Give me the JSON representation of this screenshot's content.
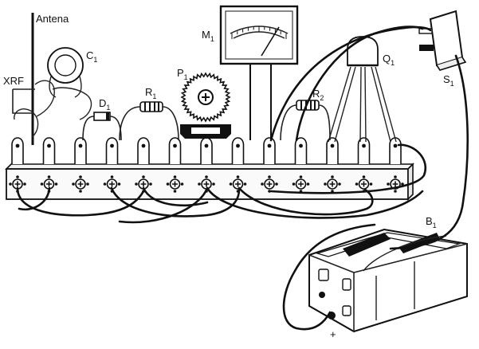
{
  "labels": {
    "antenna": "Antena",
    "c1": "C",
    "c1_sub": "1",
    "xrf": "XRF",
    "d1": "D",
    "d1_sub": "1",
    "r1": "R",
    "r1_sub": "1",
    "p1": "P",
    "p1_sub": "1",
    "m1": "M",
    "m1_sub": "1",
    "q1": "Q",
    "q1_sub": "1",
    "r2": "R",
    "r2_sub": "2",
    "s1": "S",
    "s1_sub": "1",
    "b1": "B",
    "b1_sub": "1",
    "plus": "+"
  },
  "terminal_strip": {
    "terminal_count": 13
  }
}
